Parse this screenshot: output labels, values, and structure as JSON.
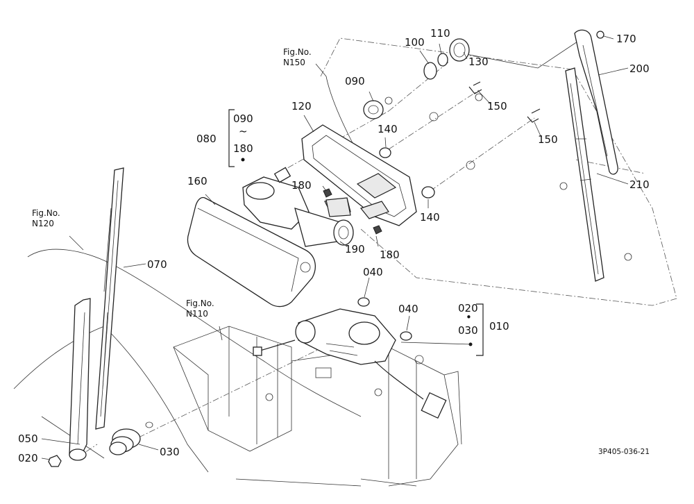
{
  "figure_code": "3P405-036-21",
  "figure_refs": [
    {
      "id": "n150",
      "line1": "Fig.No.",
      "line2": "N150"
    },
    {
      "id": "n120",
      "line1": "Fig.No.",
      "line2": "N120"
    },
    {
      "id": "n110",
      "line1": "Fig.No.",
      "line2": "N110"
    }
  ],
  "callouts": {
    "p010": "010",
    "p020a": "020",
    "p020b": "020",
    "p030a": "030",
    "p030b": "030",
    "p040a": "040",
    "p040b": "040",
    "p050": "050",
    "p070": "070",
    "p080": "080",
    "p090a": "090",
    "p090b": "090",
    "p100": "100",
    "p110": "110",
    "p120": "120",
    "p130": "130",
    "p140a": "140",
    "p140b": "140",
    "p150a": "150",
    "p150b": "150",
    "p160": "160",
    "p170": "170",
    "p180a": "180",
    "p180b": "180",
    "p180c": "180",
    "p190": "190",
    "p200": "200",
    "p210": "210"
  },
  "group_marks": {
    "tilde": "~",
    "dot": "•"
  }
}
